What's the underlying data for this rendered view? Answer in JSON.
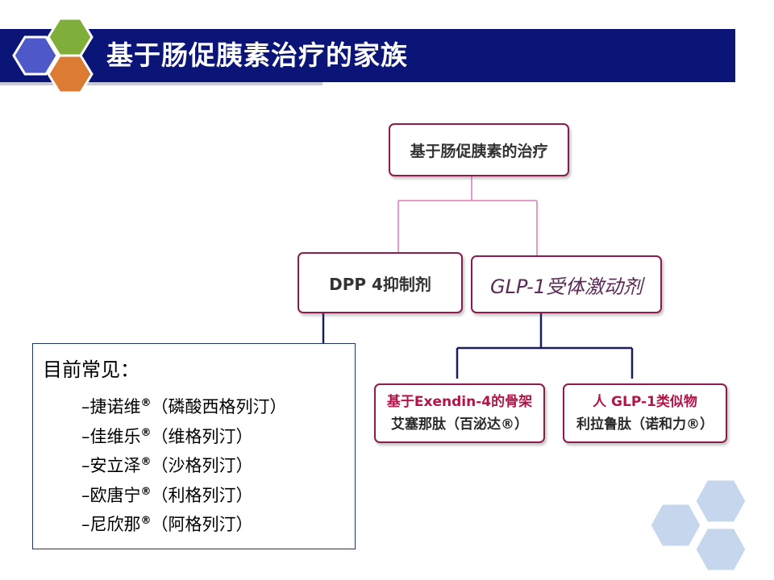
{
  "slide": {
    "title": "基于肠促胰素治疗的家族"
  },
  "colors": {
    "title_bar": "#0a1577",
    "box_border": "#8e1b4d",
    "pink_connector": "#e89ac6",
    "navy_connector": "#1a1f5c",
    "hex_blue": "#4f58c9",
    "hex_green": "#7fae3b",
    "hex_orange": "#db7b34",
    "hex_light_blue": "#c6d6ec"
  },
  "diagram": {
    "root": "基于肠促胰素的治疗",
    "dpp4": "DPP 4抑制剂",
    "glp1": "GLP-1受体激动剂",
    "exendin": {
      "line1": "基于Exendin-4的骨架",
      "line2": "艾塞那肽（百泌达®）"
    },
    "human": {
      "line1": "人 GLP-1类似物",
      "line2": "利拉鲁肽（诺和力®）"
    }
  },
  "common": {
    "heading": "目前常见：",
    "items": [
      {
        "name": "–捷诺维",
        "mark": "®",
        "generic": "（磷酸西格列汀）"
      },
      {
        "name": "–佳维乐",
        "mark": "®",
        "generic": "（维格列汀）"
      },
      {
        "name": "–安立泽",
        "mark": "®",
        "generic": "（沙格列汀）"
      },
      {
        "name": "–欧唐宁",
        "mark": "®",
        "generic": "（利格列汀）"
      },
      {
        "name": "–尼欣那",
        "mark": "®",
        "generic": "（阿格列汀）"
      }
    ]
  },
  "icons": {
    "logo": "hexagon-cluster-icon",
    "decoration": "hexagon-cluster-decoration"
  }
}
